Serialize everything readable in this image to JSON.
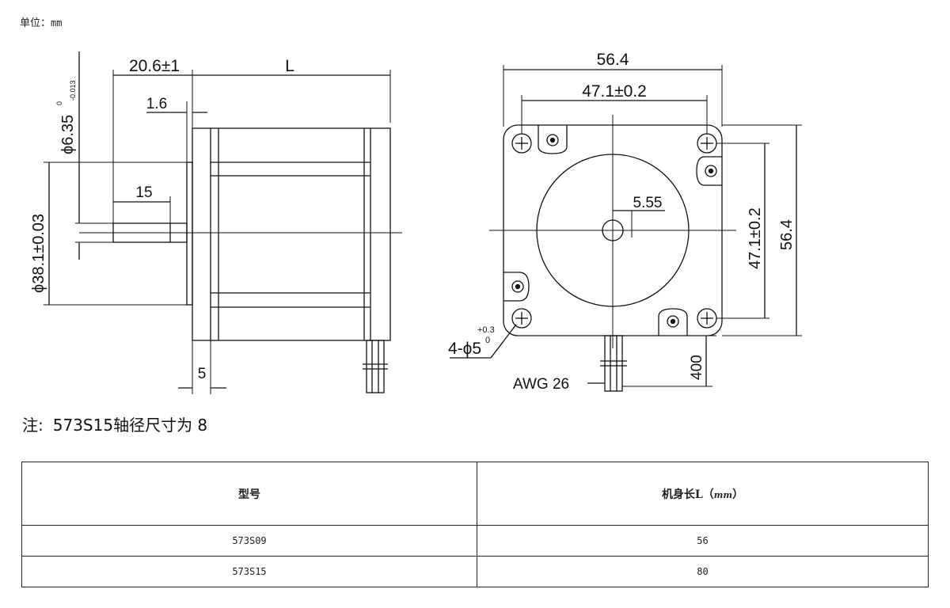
{
  "unit_prefix": "单位：",
  "unit_value": "mm",
  "side_view": {
    "dim_extension": "20.6±1",
    "dim_length": "L",
    "dim_flange": "1.6",
    "dim_shaft_dia": "ϕ6.35",
    "dim_shaft_tol_upper": "0",
    "dim_shaft_tol_lower": "-0.013",
    "dim_flat": "15",
    "dim_pilot": "ϕ38.1±0.03",
    "dim_bottom": "5"
  },
  "front_view": {
    "dim_width": "56.4",
    "dim_hole_spacing": "47.1±0.2",
    "dim_shaft": "5.55",
    "dim_vertical_spacing": "47.1±0.2",
    "dim_height": "56.4",
    "dim_holes": "4-ϕ5",
    "dim_holes_tol_upper": "+0.3",
    "dim_holes_tol_lower": "0",
    "dim_wire_len": "400",
    "dim_wire": "AWG 26"
  },
  "note": {
    "prefix": "注:",
    "text": "573S15轴径尺寸为 8"
  },
  "table": {
    "header_model": "型号",
    "header_length_prefix": "机身长L（",
    "header_length_unit": "mm",
    "header_length_suffix": "）",
    "rows": [
      {
        "model": "573S09",
        "length": "56"
      },
      {
        "model": "573S15",
        "length": "80"
      }
    ]
  }
}
